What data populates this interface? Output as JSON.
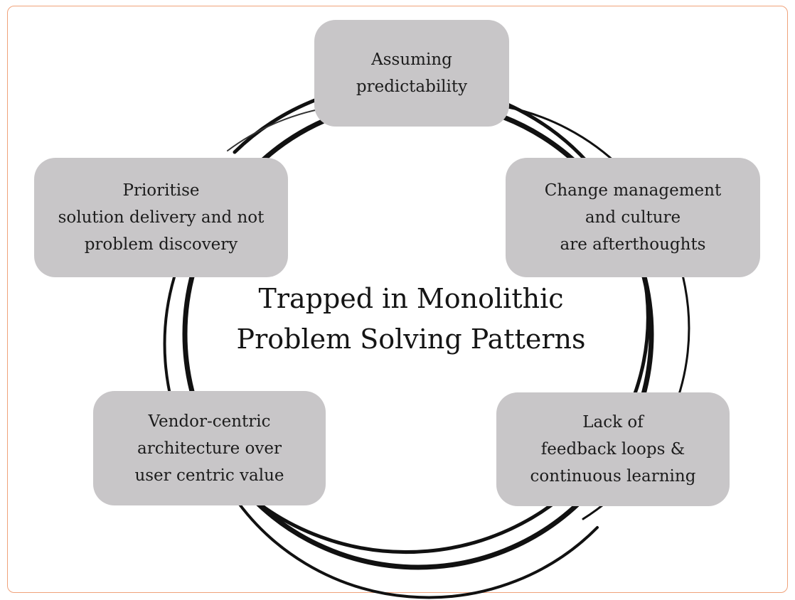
{
  "diagram": {
    "title": "Trapped in Monolithic\nProblem Solving Patterns",
    "nodes": [
      {
        "id": "top",
        "label": "Assuming\npredictability"
      },
      {
        "id": "right",
        "label": "Change management\nand culture\nare afterthoughts"
      },
      {
        "id": "bottom-right",
        "label": "Lack of\nfeedback loops &\ncontinuous learning"
      },
      {
        "id": "bottom-left",
        "label": "Vendor-centric\narchitecture over\nuser centric value"
      },
      {
        "id": "left",
        "label": "Prioritise\nsolution delivery and not\nproblem discovery"
      }
    ],
    "colors": {
      "node_fill": "#c8c6c8",
      "ring_stroke": "#111111",
      "frame_border": "#f0a27a"
    }
  }
}
